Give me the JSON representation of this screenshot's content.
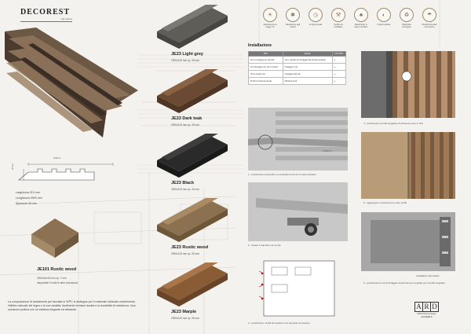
{
  "brand": {
    "name": "DECOREST",
    "sub": "slat panels"
  },
  "features": [
    {
      "icon": "sun-icon",
      "glyph": "☀",
      "label": "Resistenza ai raggi UV"
    },
    {
      "icon": "insect-icon",
      "glyph": "✱",
      "label": "Resistente agli insetti"
    },
    {
      "icon": "clock-icon",
      "glyph": "◷",
      "label": "Lunga durata"
    },
    {
      "icon": "tools-icon",
      "glyph": "⚒",
      "label": "Facile da installare"
    },
    {
      "icon": "tree-icon",
      "glyph": "♣",
      "label": "Realizzato in legno riciclato"
    },
    {
      "icon": "drop-icon",
      "glyph": "◐",
      "label": "Impermeabile"
    },
    {
      "icon": "eco-icon",
      "glyph": "♻",
      "label": "Materiale ecologico"
    },
    {
      "icon": "rain-icon",
      "glyph": "☂",
      "label": "Resistenza alle intemperie"
    }
  ],
  "products": [
    {
      "name": "JE23 Light grey",
      "spec": "2900x219 mm    sp. 26 mm",
      "tone": "light-grey"
    },
    {
      "name": "JE23 Dark teak",
      "spec": "2900x219 mm    sp. 26 mm",
      "tone": "dark-teak"
    },
    {
      "name": "JE23 Black",
      "spec": "2900x219 mm    sp. 26 mm",
      "tone": "black"
    },
    {
      "name": "JE23 Rustic wood",
      "spec": "2900x219 mm    sp. 26 mm",
      "tone": "rustic-wood"
    },
    {
      "name": "JE23 Marple",
      "spec": "2900x219 mm    sp. 26 mm",
      "tone": "marple"
    }
  ],
  "colors": {
    "light-grey": [
      "#5e5d58",
      "#7a7972",
      "#46453f"
    ],
    "dark-teak": [
      "#6b4a33",
      "#8a6344",
      "#4e3524"
    ],
    "black": [
      "#2a2a2a",
      "#3e3e3e",
      "#1a1a1a"
    ],
    "rustic-wood": [
      "#8c7150",
      "#a88a64",
      "#6e5638"
    ],
    "marple": [
      "#8a5c36",
      "#a8764a",
      "#6a4426"
    ]
  },
  "profile": {
    "width_label": "219mm",
    "height_label": "26mm",
    "specs": [
      "Larghezza 219 mm",
      "Lunghezza 2900 mm",
      "Spessore 26 mm"
    ]
  },
  "corner": {
    "name": "JE101 Rustic wood",
    "spec": "2900x40x40 mm    sp. 7 mm",
    "note": "disponibile in tutte le altre colorazioni"
  },
  "description": "La composizione di rivestimenti per facciate in WPC si distingue per il materiale utilizzato mantenendo l'effetto naturale del legno e le sue tonalità, facilmente fornisce durata e la durabilità di resistenza. Una soluzione pratica con un estetica elegante ed attraente.",
  "installation": {
    "title": "Installazione",
    "table_headers": [
      "TIPO",
      "IMAGE",
      "FOOTING"
    ],
    "table_rows": [
      [
        "Kit di montaggio per pannelli",
        "Vite e tassello per fissaggio alla struttura portante",
        "●"
      ],
      [
        "Kit di fissaggio con clip in acciaio",
        "Fissaggio a clip",
        "●"
      ],
      [
        "Viti in acciaio inox",
        "Fissaggio delle clip",
        "●"
      ],
      [
        "Profilo di chiusura laterale",
        "Rifinitura bordi",
        "●"
      ]
    ],
    "steps": [
      "1 - posizionare il pannello a una distanza di 5-6 mm dal montante",
      "2 - fissare il pannello con le clip",
      "3 - posizionare i profili ad incastro ed il pannello successivo",
      "4 - posizionare il profilo angolare di chiusura come in foto",
      "5 - aggiungere il rivestimento a due profili",
      "6 - posizionare le viti di fissaggio al pannello per angolari per il profilo angolare"
    ],
    "measure": "≈ 400mm",
    "legend": "Installation Orientation"
  },
  "footer": {
    "logo": [
      "A",
      "R",
      "D"
    ],
    "sub": "Affida Ricca Design",
    "code": "ard-italia.it"
  }
}
